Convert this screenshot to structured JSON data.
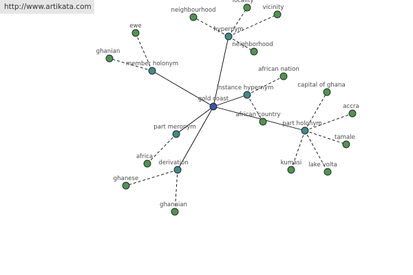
{
  "url": "http://www.artikata.com",
  "colors": {
    "center": "#3a55a5",
    "relation": "#3f8a8c",
    "leaf": "#4e9550",
    "edge": "#000000",
    "label": "#4a4a4a"
  },
  "graph": {
    "center": {
      "id": "gold-coast",
      "label": "gold coast"
    },
    "relations": [
      {
        "id": "hypernym",
        "label": "hypernym",
        "leaves": [
          {
            "label": "neighbourhood"
          },
          {
            "label": "locality"
          },
          {
            "label": "vicinity"
          },
          {
            "label": "neighborhood"
          }
        ]
      },
      {
        "id": "member-holonym",
        "label": "member holonym",
        "leaves": [
          {
            "label": "ewe"
          },
          {
            "label": "ghanian"
          }
        ]
      },
      {
        "id": "instance-hypernym",
        "label": "instance hypernym",
        "leaves": [
          {
            "label": "african nation"
          },
          {
            "label": "african country"
          }
        ]
      },
      {
        "id": "part-meronym",
        "label": "part meronym",
        "leaves": [
          {
            "label": "africa"
          }
        ]
      },
      {
        "id": "derivation",
        "label": "derivation",
        "leaves": [
          {
            "label": "ghanese"
          },
          {
            "label": "ghanaian"
          }
        ]
      },
      {
        "id": "part-holonym",
        "label": "part holonym",
        "leaves": [
          {
            "label": "capital of ghana"
          },
          {
            "label": "accra"
          },
          {
            "label": "tamale"
          },
          {
            "label": "lake volta"
          },
          {
            "label": "kumasi"
          }
        ]
      }
    ]
  }
}
